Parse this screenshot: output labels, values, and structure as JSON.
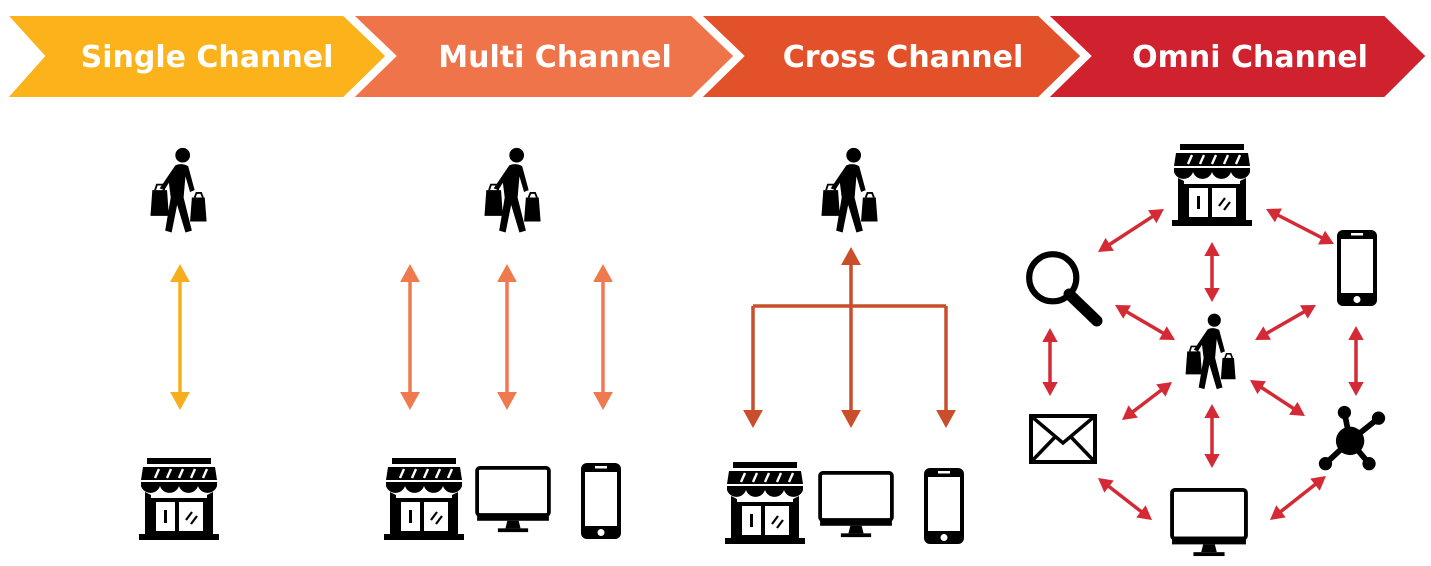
{
  "stages": [
    {
      "label": "Single Channel",
      "color": "#FBB21B"
    },
    {
      "label": "Multi Channel",
      "color": "#F07449"
    },
    {
      "label": "Cross Channel",
      "color": "#E3512B"
    },
    {
      "label": "Omni Channel",
      "color": "#D0212E"
    }
  ],
  "arrow_colors": {
    "single": "#F7AE1D",
    "multi": "#EF7A50",
    "cross": "#C84E2C",
    "omni": "#D42A35"
  },
  "icons": {
    "shopper": "shopper-icon",
    "store": "store-icon",
    "monitor": "monitor-icon",
    "phone": "phone-icon",
    "search": "search-icon",
    "mail": "mail-icon",
    "network": "network-icon"
  }
}
